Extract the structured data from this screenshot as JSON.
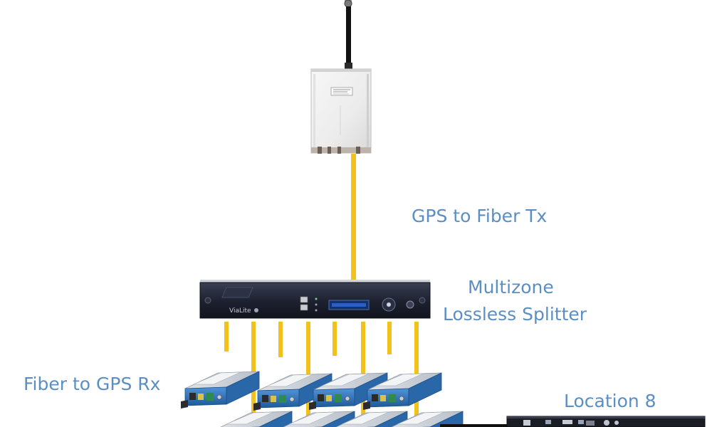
{
  "labels": {
    "gps_to_fiber_tx": "GPS to Fiber Tx",
    "multizone_line1": "Multizone",
    "multizone_line2": "Lossless Splitter",
    "fiber_to_gps_rx": "Fiber to GPS Rx",
    "location_8": "Location 8"
  },
  "splitter_brand": "ViaLite",
  "colors": {
    "fiber": "#f2c21b",
    "label_text": "#5b8fc4",
    "antenna_mast": "#111111",
    "receiver_blue": "#2d6fb3",
    "splitter_body": "#1d2130"
  },
  "icons": [
    "gps-antenna-icon",
    "gps-to-fiber-transmitter-icon",
    "splitter-rack-unit-icon",
    "fiber-receiver-module-icon",
    "location-rack-unit-icon"
  ]
}
